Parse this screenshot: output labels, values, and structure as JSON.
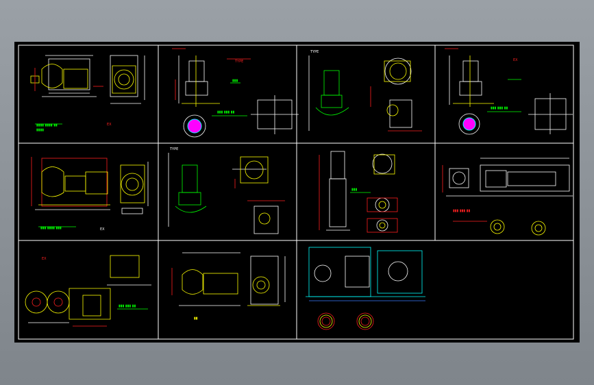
{
  "drawing": {
    "background": "#000000",
    "frame_color": "#ffffff",
    "colors": {
      "white": "#ffffff",
      "green": "#00ff00",
      "red": "#ff2020",
      "yellow": "#ffff00",
      "cyan": "#00ffff",
      "magenta": "#ff00ff",
      "blue": "#3b7cff",
      "violet": "#c060ff"
    },
    "labels": {
      "type_a": "TYPE",
      "type_b": "TYPE",
      "type_c": "TYPE",
      "ex1": "EX",
      "ex2": "EX",
      "ex3": "EX",
      "ex4": "EX"
    }
  }
}
